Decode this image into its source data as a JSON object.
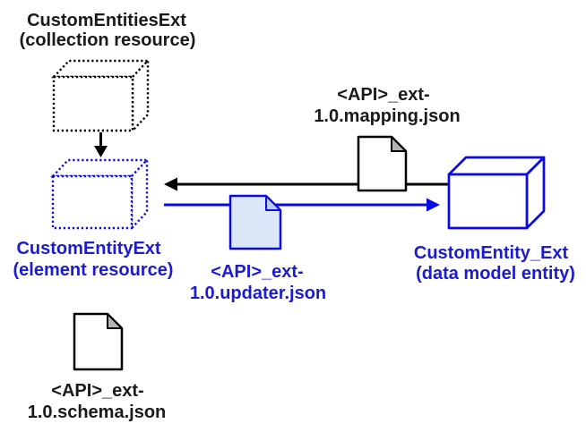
{
  "diagram": {
    "title": "Custom entity extension resources diagram",
    "colors": {
      "background": "#ffffff",
      "black": "#000000",
      "blue_line": "#0a0ae6",
      "blue_text": "#1c1ccf",
      "updater_doc_fill": "#dce7f8",
      "updater_doc_fold": "#b9ccf2",
      "doc_fold_gray": "#b5b5b5"
    },
    "nodes": {
      "collection": {
        "line1": "CustomEntitiesExt",
        "line2": "(collection resource)",
        "shape": "dotted-black-cube"
      },
      "element": {
        "line1": "CustomEntityExt",
        "line2": "(element resource)",
        "shape": "dotted-blue-cube"
      },
      "entity": {
        "line1": "CustomEntity_Ext",
        "line2": "(data model entity)",
        "shape": "solid-blue-cube"
      },
      "mapping": {
        "line1": "<API>_ext-",
        "line2": "1.0.mapping.json",
        "shape": "document-black"
      },
      "updater": {
        "line1": "<API>_ext-",
        "line2": "1.0.updater.json",
        "shape": "document-blue"
      },
      "schema": {
        "line1": "<API>_ext-",
        "line2": "1.0.schema.json",
        "shape": "document-black"
      }
    },
    "edges": [
      {
        "name": "collection-to-element",
        "direction": "down",
        "color": "black"
      },
      {
        "name": "entity-to-element",
        "direction": "left",
        "color": "black",
        "through": "mapping"
      },
      {
        "name": "element-to-entity",
        "direction": "right",
        "color": "blue",
        "through": "updater"
      }
    ]
  }
}
